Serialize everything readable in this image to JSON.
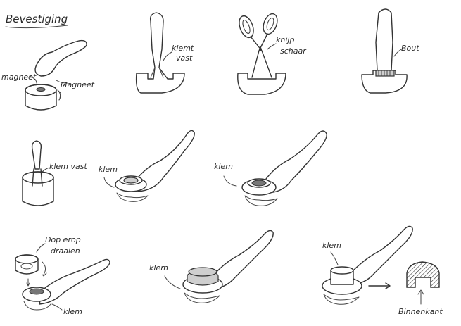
{
  "title": "Bevestiging",
  "labels": {
    "magneet_left": "magneet",
    "magneet_right": "Magneet",
    "klemt_vast_line1": "klemt",
    "klemt_vast_line2": "vast",
    "knijp_schaar_line1": "knijp",
    "knijp_schaar_line2": "schaar",
    "bout": "Bout",
    "klem_vast": "klem vast",
    "klem_row2_a": "klem",
    "klem_row2_b": "klem",
    "dop_erop_line1": "Dop erop",
    "dop_erop_line2": "draaien",
    "klem_row3_a": "klem",
    "klem_row3_b": "klem",
    "klem_row3_c": "klem",
    "binnenkant": "Binnenkant"
  }
}
